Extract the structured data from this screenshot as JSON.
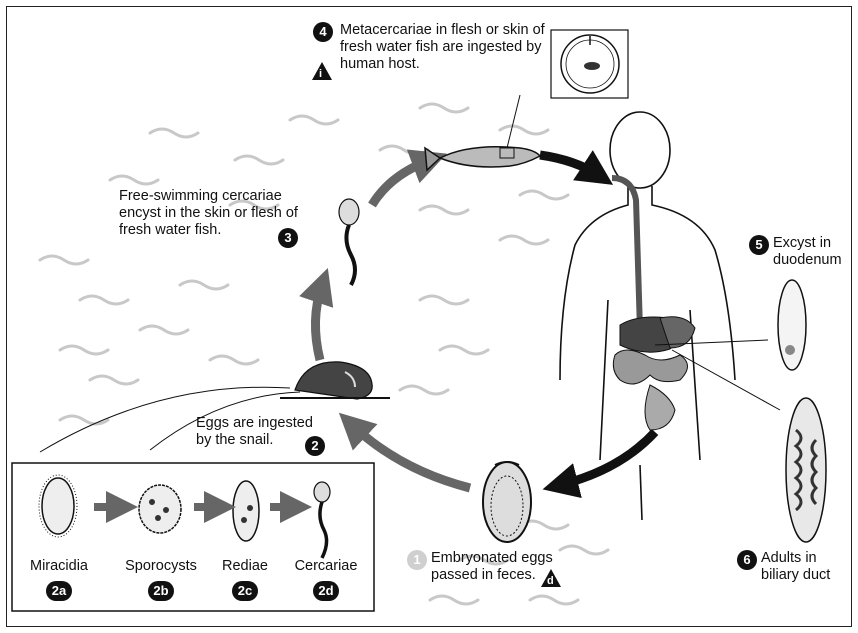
{
  "steps": {
    "s1": {
      "badge": "1",
      "text": "Embryonated eggs passed in feces.",
      "marker": "d"
    },
    "s2": {
      "badge": "2",
      "text": "Eggs are ingested by the snail."
    },
    "s3": {
      "badge": "3",
      "text": "Free-swimming cercariae encyst in the skin or flesh of fresh water fish."
    },
    "s4": {
      "badge": "4",
      "text": "Metacercariae in flesh or skin of fresh water fish are ingested by human host.",
      "marker": "i"
    },
    "s5": {
      "badge": "5",
      "text": "Excyst in duodenum"
    },
    "s6": {
      "badge": "6",
      "text": "Adults in biliary duct"
    }
  },
  "inset": {
    "stages": [
      {
        "label": "Miracidia",
        "badge": "2a"
      },
      {
        "label": "Sporocysts",
        "badge": "2b"
      },
      {
        "label": "Rediae",
        "badge": "2c"
      },
      {
        "label": "Cercariae",
        "badge": "2d"
      }
    ]
  },
  "colors": {
    "arrow_gray": "#666666",
    "arrow_black": "#111111",
    "stroke": "#111111",
    "wave": "#c8c8c8",
    "badge_light": "#cfcfcf"
  }
}
